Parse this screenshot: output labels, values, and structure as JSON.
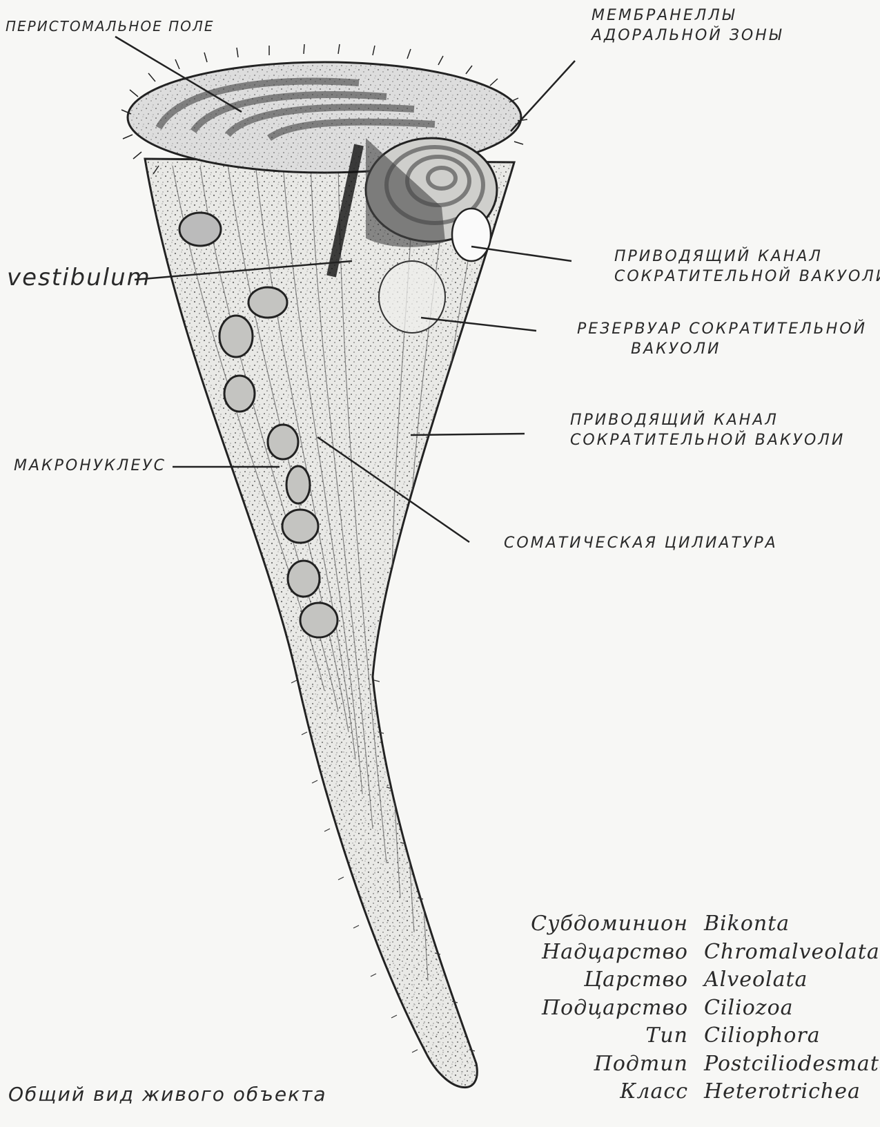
{
  "labels": {
    "peristome": "ПЕРИСТОМАЛЬНОЕ ПОЛЕ",
    "membranelles": [
      "МЕМБРАНЕЛЛЫ",
      "АДОРАЛЬНОЙ ЗОНЫ"
    ],
    "vestibulum": "vestibulum",
    "canal_top": [
      "ПРИВОДЯЩИЙ КАНАЛ",
      "СОКРАТИТЕЛЬНОЙ ВАКУОЛИ"
    ],
    "reservoir": [
      "РЕЗЕРВУАР СОКРАТИТЕЛЬНОЙ",
      "ВАКУОЛИ"
    ],
    "canal_bottom": [
      "ПРИВОДЯЩИЙ КАНАЛ",
      "СОКРАТИТЕЛЬНОЙ ВАКУОЛИ"
    ],
    "macronucleus": "МАКРОНУКЛЕУС",
    "cilia": "СОМАТИЧЕСКАЯ ЦИЛИАТУРА"
  },
  "caption": "Общий вид живого объекта",
  "taxonomy": [
    {
      "rank": "Субдоминион",
      "name": "Bikonta"
    },
    {
      "rank": "Надцарство",
      "name": "Chromalveolata"
    },
    {
      "rank": "Царство",
      "name": "Alveolata"
    },
    {
      "rank": "Подцарство",
      "name": "Ciliozoa"
    },
    {
      "rank": "Тип",
      "name": "Ciliophora"
    },
    {
      "rank": "Подтип",
      "name": "Postciliodesmata"
    },
    {
      "rank": "Класс",
      "name": "Heterotrichea"
    }
  ]
}
